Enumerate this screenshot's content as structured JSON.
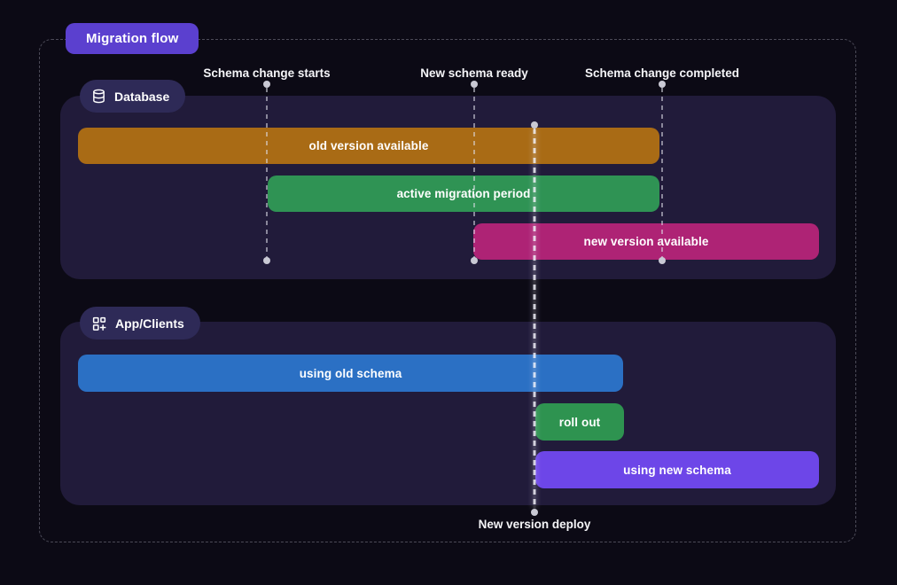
{
  "title": {
    "label": "Migration flow"
  },
  "milestones": [
    {
      "label": "Schema change starts"
    },
    {
      "label": "New schema ready"
    },
    {
      "label": "Schema change completed"
    }
  ],
  "deploy": {
    "label": "New version deploy"
  },
  "sections": [
    {
      "name": "Database",
      "icon": "database-icon",
      "bars": [
        {
          "label": "old version available",
          "color": "#a96b15"
        },
        {
          "label": "active migration period",
          "color": "#2f9354"
        },
        {
          "label": "new version available",
          "color": "#ae2375"
        }
      ]
    },
    {
      "name": "App/Clients",
      "icon": "apps-plus-icon",
      "bars": [
        {
          "label": "using old schema",
          "color": "#2b70c4"
        },
        {
          "label": "roll out",
          "color": "#2e9350"
        },
        {
          "label": "using new schema",
          "color": "#6d46e8"
        }
      ]
    }
  ],
  "colors": {
    "background": "#0c0a15",
    "panel": "#211b3a",
    "section_badge": "#2e2a57",
    "title_badge": "#5b40cf",
    "milestone_dot": "#c9c9d4",
    "text": "#f5f5f8"
  }
}
